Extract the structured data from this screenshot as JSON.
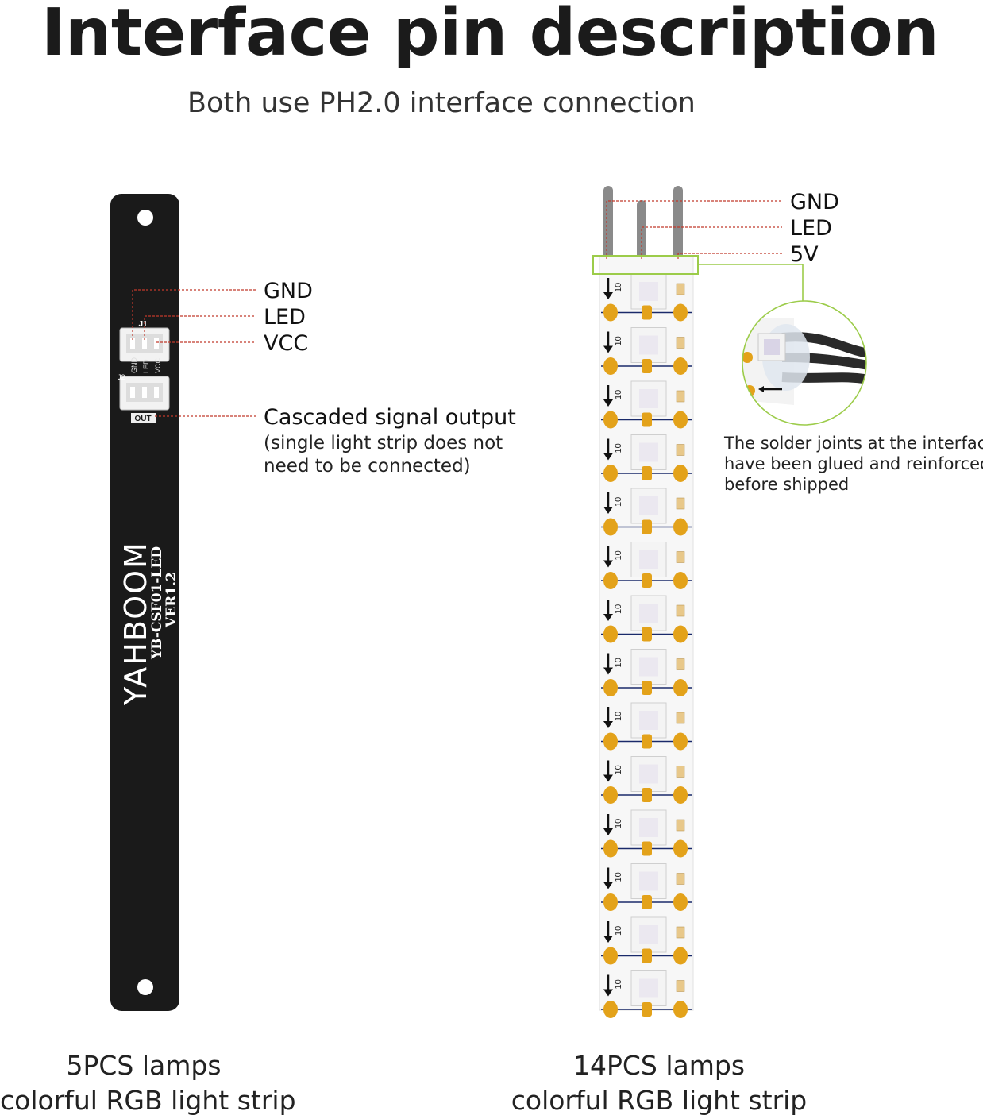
{
  "title": "Interface pin description",
  "subtitle": "Both use PH2.0 interface connection",
  "left_board": {
    "pins": [
      "GND",
      "LED",
      "VCC"
    ],
    "connector_labels": [
      "J1",
      "GND",
      "LED",
      "VCC",
      "J2",
      "OUT"
    ],
    "cascade": {
      "heading": "Cascaded signal output",
      "line1": "(single light strip does not",
      "line2": "need to be connected)"
    },
    "brand": "YAHBOOM",
    "model": "YB-CSF01-LED",
    "version": "VER1.2",
    "caption_line1": "5PCS lamps",
    "caption_line2": "colorful RGB light strip",
    "board_color": "#1a1a1a"
  },
  "right_strip": {
    "pins": [
      "GND",
      "LED",
      "5V"
    ],
    "led_count": 14,
    "segment_mark": "10",
    "zoom_note": {
      "line1": "The solder joints at the interface",
      "line2": "have been glued and reinforced",
      "line3": "before shipped"
    },
    "caption_line1": "14PCS lamps",
    "caption_line2": "colorful RGB light strip",
    "pad_color": "#e3a21a",
    "highlight_color": "#9ccc4a",
    "leader_color": "#c0392b"
  }
}
